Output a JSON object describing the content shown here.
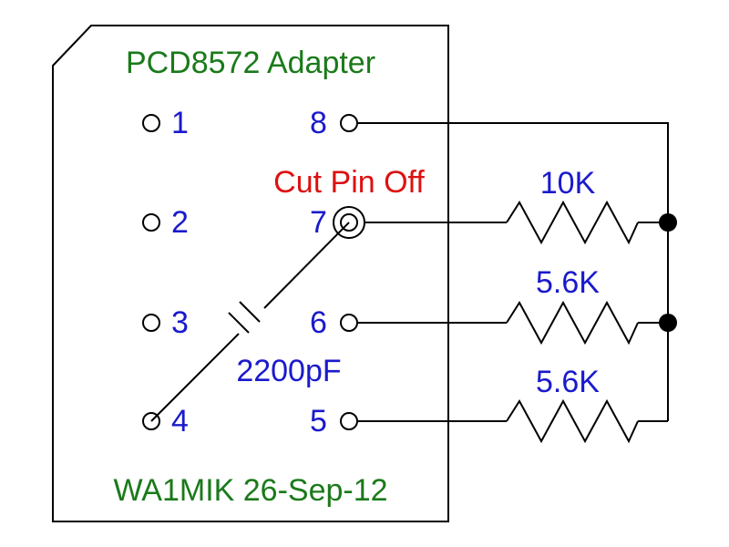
{
  "title": "PCD8572 Adapter",
  "footer": "WA1MIK 26-Sep-12",
  "note": "Cut Pin Off",
  "capacitor_label": "2200pF",
  "pins": {
    "p1": "1",
    "p2": "2",
    "p3": "3",
    "p4": "4",
    "p5": "5",
    "p6": "6",
    "p7": "7",
    "p8": "8"
  },
  "resistors": {
    "r1": "10K",
    "r2": "5.6K",
    "r3": "5.6K"
  },
  "colors": {
    "title": "#1a7a1a",
    "pin_numbers": "#1a1acc",
    "note": "#dd1111",
    "lines": "#000000"
  }
}
